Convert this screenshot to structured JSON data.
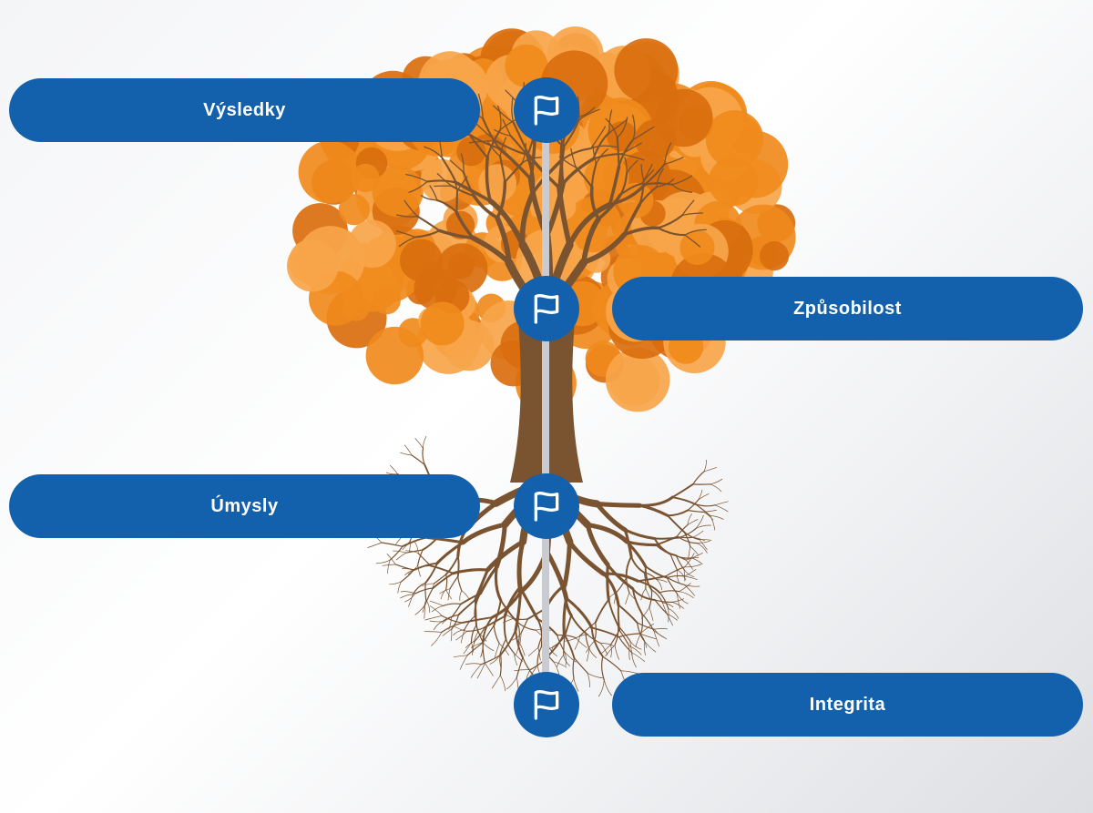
{
  "colors": {
    "pill": "#1360ad",
    "node": "#1360ad",
    "axis": "#c9cbd0",
    "foliage": "#f08a1c",
    "foliage_dark": "#d96e0e",
    "foliage_light": "#f7a54a",
    "wood": "#7a5331"
  },
  "levels": [
    {
      "label": "Výsledky",
      "side": "left",
      "icon": "flag-icon"
    },
    {
      "label": "Způsobilost",
      "side": "right",
      "icon": "flag-icon"
    },
    {
      "label": "Úmysly",
      "side": "left",
      "icon": "flag-icon"
    },
    {
      "label": "Integrita",
      "side": "right",
      "icon": "flag-icon"
    }
  ]
}
